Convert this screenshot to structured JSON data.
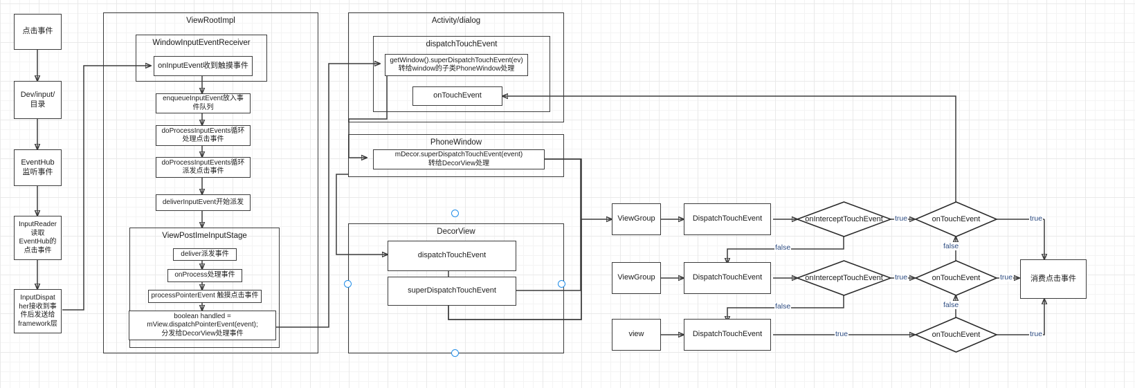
{
  "diagram": {
    "title": "Android touch event dispatch flow",
    "colors": {
      "node_border": "#3a3a3a",
      "label_text": "#2b4a80",
      "connector_dot": "#1f8ce8",
      "grid_minor": "#f4f4f4",
      "grid_major": "#e9e9e9"
    }
  },
  "left_column": {
    "nodes": [
      {
        "id": "click-event",
        "label": "点击事件"
      },
      {
        "id": "dev-input",
        "label": "Dev/input/\n目录"
      },
      {
        "id": "eventhub",
        "label": "EventHub\n监听事件"
      },
      {
        "id": "inputreader",
        "label": "InputReader\n读取\nEventHub的\n点击事件"
      },
      {
        "id": "inputdispatcher",
        "label": "InputDispat\nher接收到事\n件后发送给\nframework层"
      }
    ]
  },
  "view_root_impl": {
    "title": "ViewRootImpl",
    "window_input_event_receiver": {
      "title": "WindowInputEventReceiver",
      "node": "onInputEvent收到触摸事件"
    },
    "nodes": [
      {
        "id": "enqueue",
        "label": "enqueueInputEvent放入事\n件队列"
      },
      {
        "id": "process1",
        "label": "doProcessInputEvents循环\n处理点击事件"
      },
      {
        "id": "process2",
        "label": "doProcessInputEvents循环\n派发点击事件"
      },
      {
        "id": "deliver",
        "label": "deliverInputEvent开始派发"
      }
    ],
    "view_post_ime_input_stage": {
      "title": "ViewPostImeInputStage",
      "nodes": [
        {
          "id": "deliver-stage",
          "label": "deliver派发事件"
        },
        {
          "id": "onprocess",
          "label": "onProcess处理事件"
        },
        {
          "id": "pointer-event",
          "label": "processPointerEvent 触摸点击事件"
        },
        {
          "id": "handled",
          "label": "boolean handled =\nmView.dispatchPointerEvent(event);\n分发给DecorView处理事件"
        }
      ]
    }
  },
  "activity_dialog": {
    "title": "Activity/dialog",
    "dispatch_touch_event": {
      "title": "dispatchTouchEvent",
      "nodes": [
        {
          "id": "get-window",
          "label": "getWindow().superDispatchTouchEvent(ev)\n转给window的子类PhoneWindow处理"
        },
        {
          "id": "on-touch-event",
          "label": "onTouchEvent"
        }
      ]
    }
  },
  "phone_window": {
    "title": "PhoneWindow",
    "nodes": [
      {
        "id": "mdecor",
        "label": "mDecor.superDispatchTouchEvent(event)\n转给DecorView处理"
      }
    ]
  },
  "decor_view": {
    "title": "DecorView",
    "nodes": [
      {
        "id": "dv-dispatch",
        "label": "dispatchTouchEvent"
      },
      {
        "id": "dv-super-dispatch",
        "label": "superDispatchTouchEvent"
      }
    ]
  },
  "right_flow": {
    "rows": [
      {
        "source": "ViewGroup",
        "dispatch": "DispatchTouchEvent",
        "intercept": "onInterceptTouchEvent",
        "intercept_true_label": "true",
        "intercept_false_label": "false",
        "touch": "onTouchEvent",
        "touch_true_label": "true",
        "touch_false_label": "false"
      },
      {
        "source": "ViewGroup",
        "dispatch": "DispatchTouchEvent",
        "intercept": "onInterceptTouchEvent",
        "intercept_true_label": "true",
        "intercept_false_label": "false",
        "touch": "onTouchEvent",
        "touch_true_label": "true",
        "touch_false_label": "false"
      },
      {
        "source": "view",
        "dispatch": "DispatchTouchEvent",
        "intercept": null,
        "intercept_true_label": "true",
        "intercept_false_label": null,
        "touch": "onTouchEvent",
        "touch_true_label": "true",
        "touch_false_label": null
      }
    ],
    "terminal": {
      "id": "consume",
      "label": "消费点击事件"
    }
  }
}
